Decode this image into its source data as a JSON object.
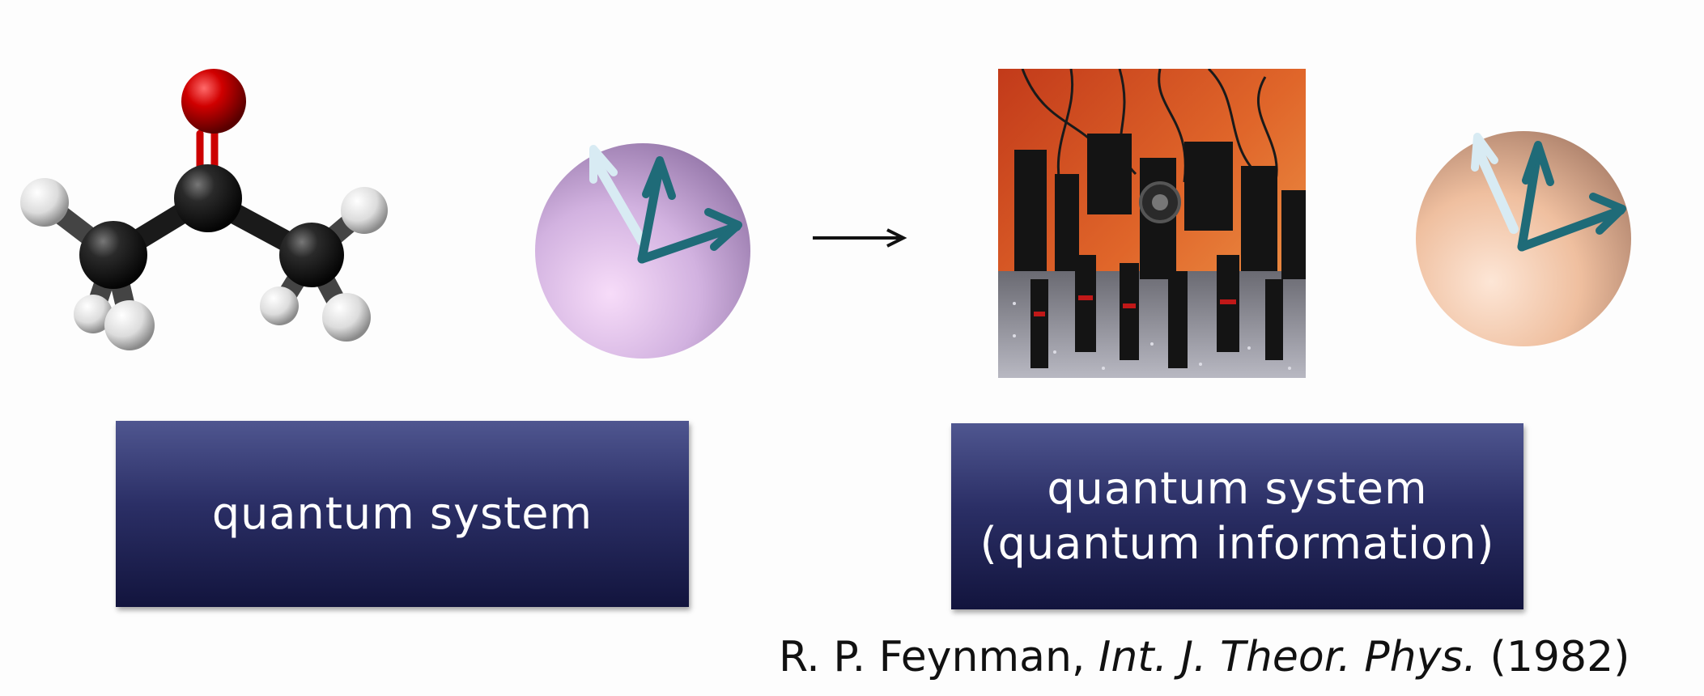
{
  "left": {
    "box_label": "quantum system"
  },
  "right": {
    "box_line1": "quantum system",
    "box_line2": "(quantum information)"
  },
  "citation": {
    "authors": "R. P. Feynman, ",
    "journal": "Int. J. Theor. Phys.",
    "year": " (1982)"
  },
  "icons": {
    "molecule": "acetone-molecule-icon",
    "bloch_left": "bloch-sphere-icon",
    "arrow": "arrow-right-icon",
    "lab_photo": "optics-lab-photo",
    "bloch_right": "bloch-sphere-icon"
  },
  "colors": {
    "box_top": "#4f5690",
    "box_bottom": "#12143d",
    "sphere_left": "#c8a8dc",
    "sphere_right": "#f0c2a6",
    "vector_dark": "#1f6b78",
    "vector_light": "#cfe6ee"
  }
}
